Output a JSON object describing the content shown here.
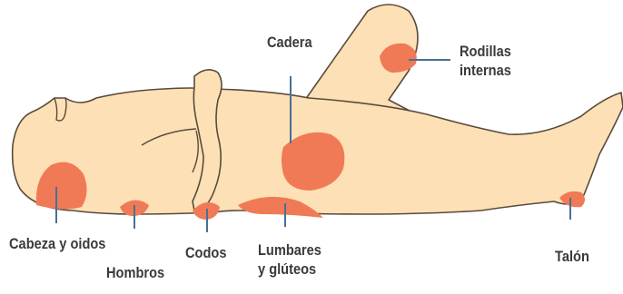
{
  "diagram": {
    "labels": {
      "cabeza": "Cabeza y oidos",
      "hombros": "Hombros",
      "codos": "Codos",
      "lumbares_1": "Lumbares",
      "lumbares_2": "y glúteos",
      "cadera": "Cadera",
      "rodillas_1": "Rodillas",
      "rodillas_2": "internas",
      "talon": "Talón"
    },
    "colors": {
      "skin": "#fde0b5",
      "outline": "#5a4a3c",
      "pressure_area": "#f07a56",
      "leader_line": "#4a6f95",
      "text": "#3a3a3a"
    }
  }
}
